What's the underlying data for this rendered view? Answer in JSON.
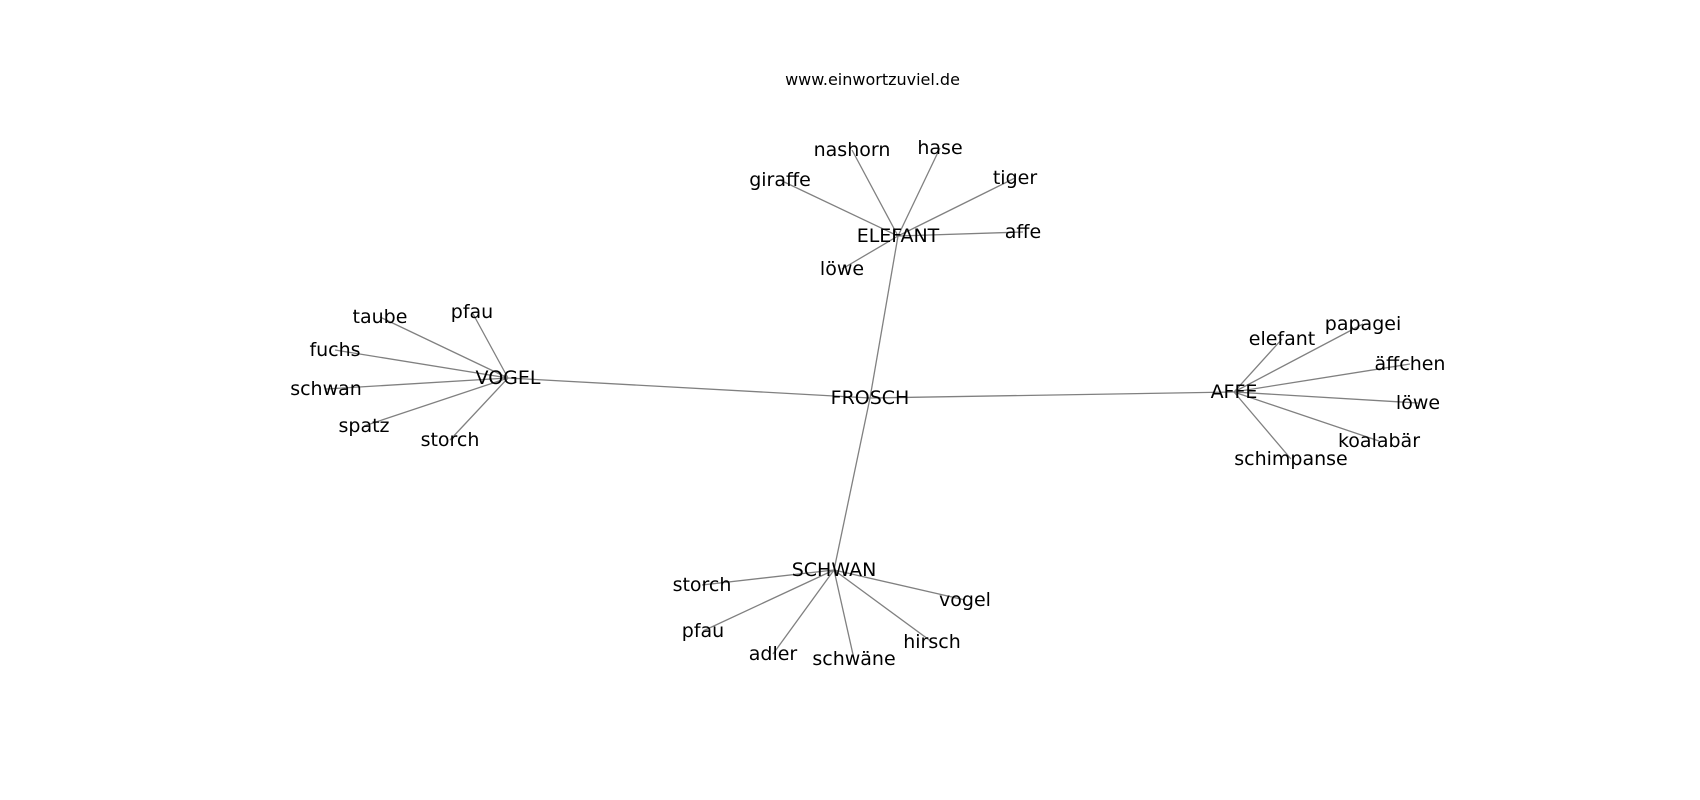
{
  "header": {
    "site_url": "www.einwortzuviel.de"
  },
  "colors": {
    "edge": "#808080",
    "text": "#000000",
    "background": "#ffffff"
  },
  "graph": {
    "center": "FROSCH",
    "clusters": [
      {
        "hub": "ELEFANT",
        "leaves": [
          "nashorn",
          "hase",
          "giraffe",
          "tiger",
          "affe",
          "löwe"
        ]
      },
      {
        "hub": "VOGEL",
        "leaves": [
          "taube",
          "pfau",
          "fuchs",
          "schwan",
          "spatz",
          "storch"
        ]
      },
      {
        "hub": "AFFE",
        "leaves": [
          "elefant",
          "papagei",
          "äffchen",
          "löwe",
          "koalabär",
          "schimpanse"
        ]
      },
      {
        "hub": "SCHWAN",
        "leaves": [
          "storch",
          "vogel",
          "pfau",
          "hirsch",
          "adler",
          "schwäne"
        ]
      }
    ]
  }
}
